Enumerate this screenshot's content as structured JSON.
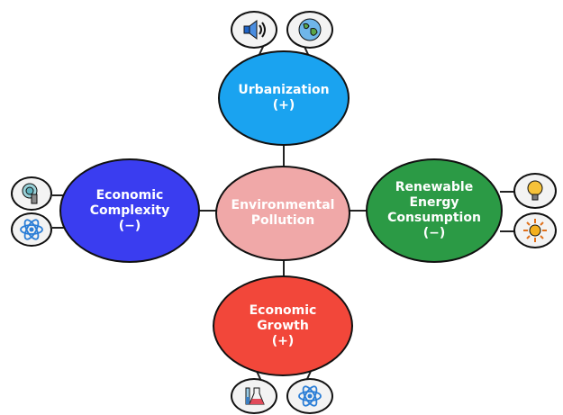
{
  "center": {
    "label": "Environmental\nPollution",
    "color": "#f0a8a8"
  },
  "nodes": {
    "top": {
      "label": "Urbanization",
      "sign": "(+)",
      "color": "#1aa3f0"
    },
    "left": {
      "label": "Economic\nComplexity",
      "sign": "(−)",
      "color": "#3a3df0"
    },
    "right": {
      "label": "Renewable\nEnergy\nConsumption",
      "sign": "(−)",
      "color": "#2b9a45"
    },
    "bottom": {
      "label": "Economic\nGrowth",
      "sign": "(+)",
      "color": "#f2473a"
    }
  },
  "icons": {
    "top": [
      "speaker-icon",
      "globe-icon"
    ],
    "left": [
      "satellite-dish-icon",
      "atom-icon"
    ],
    "right": [
      "lightbulb-icon",
      "sun-icon"
    ],
    "bottom": [
      "lab-flask-icon",
      "atom-icon"
    ]
  }
}
